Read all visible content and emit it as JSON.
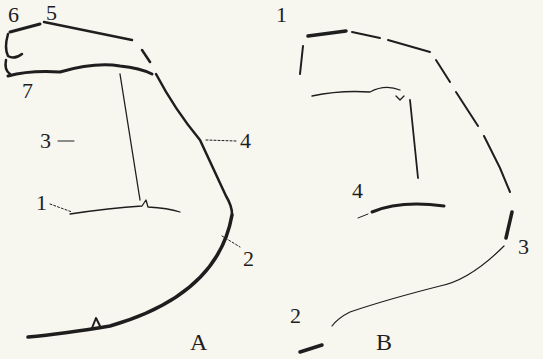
{
  "diagram": {
    "labels": [
      "6",
      "5",
      "7",
      "3",
      "4",
      "1",
      "2",
      "A",
      "1",
      "4",
      "3",
      "2",
      "B"
    ]
  }
}
